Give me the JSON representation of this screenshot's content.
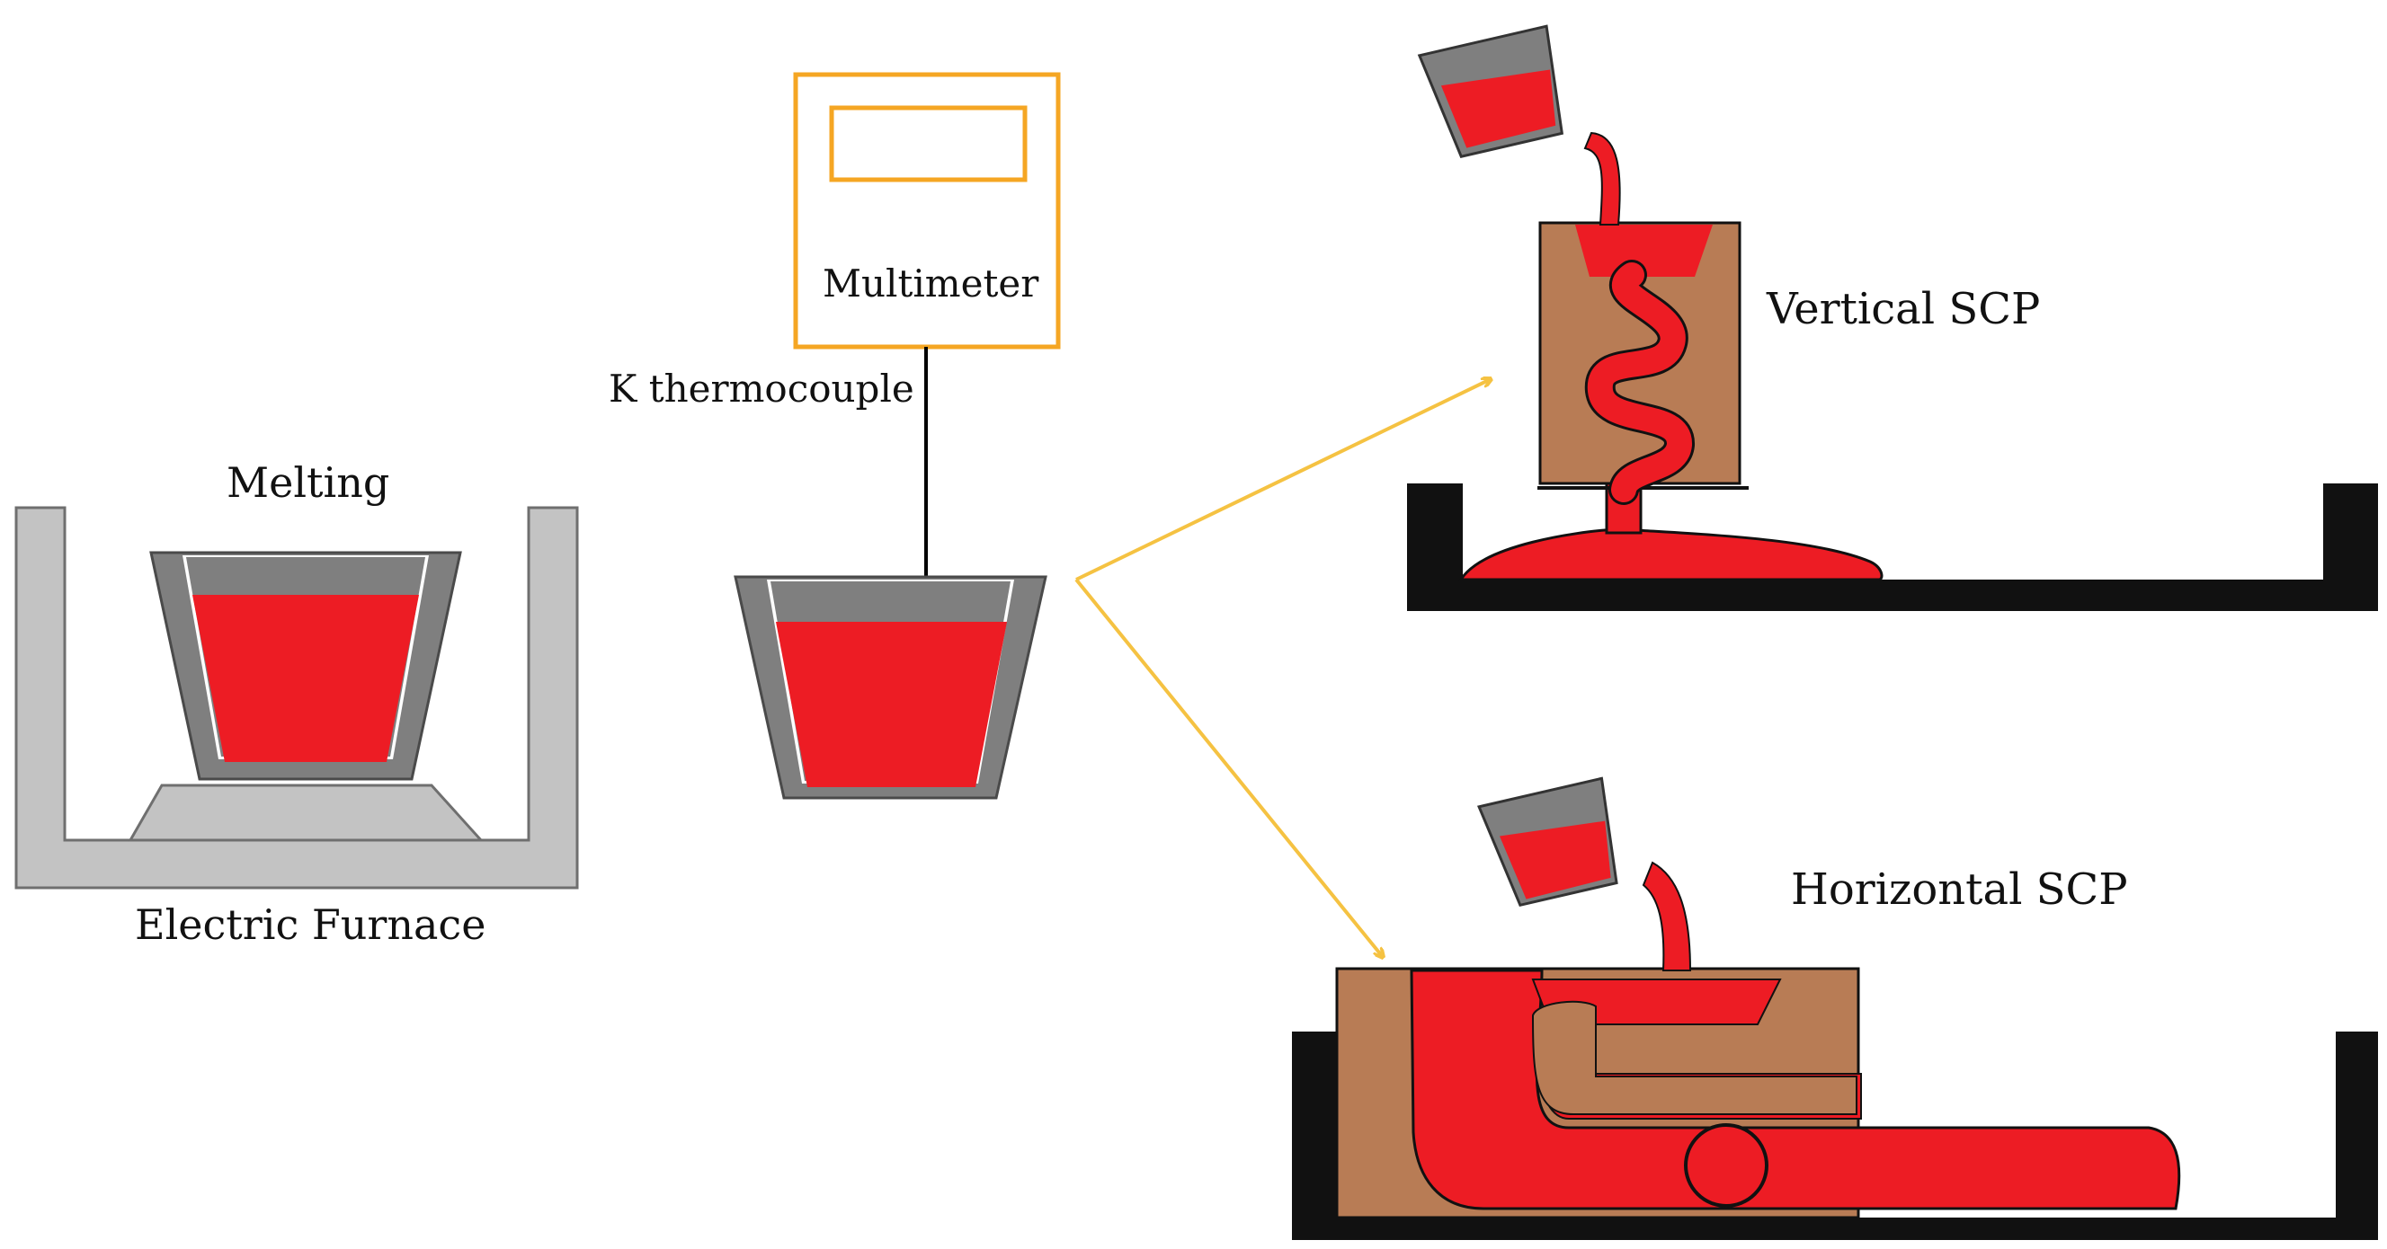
{
  "labels": {
    "melting": "Melting",
    "electric_furnace": "Electric Furnace",
    "multimeter": "Multimeter",
    "k_thermocouple": "K thermocouple",
    "vertical_scp": "Vertical SCP",
    "horizontal_scp": "Horizontal SCP"
  },
  "colors": {
    "molten_metal": "#ED1C24",
    "crucible": "#7F7F7F",
    "furnace": "#C3C3C3",
    "mold": "#B87C55",
    "tray": "#111111",
    "multimeter": "#F5A623",
    "arrow": "#F5C242"
  }
}
